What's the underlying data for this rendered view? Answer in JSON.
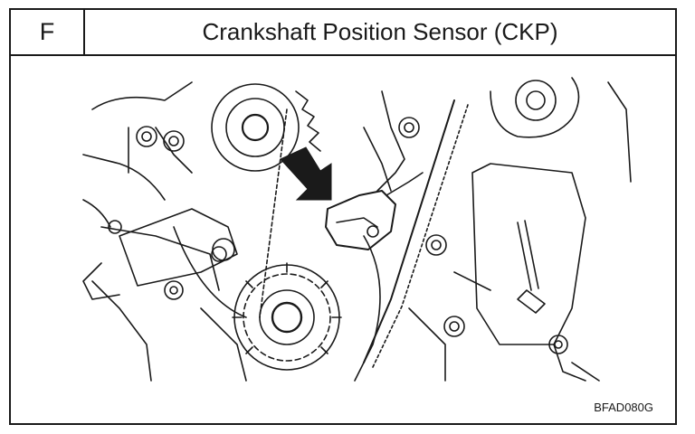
{
  "section": {
    "letter": "F",
    "title": "Crankshaft Position Sensor (CKP)"
  },
  "figure": {
    "code": "BFAD080G",
    "icons": [
      "arrow-pointer-icon",
      "crankshaft-sprocket-icon",
      "idler-pulley-icon",
      "timing-belt-icon",
      "ckp-sensor-icon",
      "bolt-icon"
    ]
  },
  "colors": {
    "ink": "#1a1a1a",
    "paper": "#ffffff"
  }
}
